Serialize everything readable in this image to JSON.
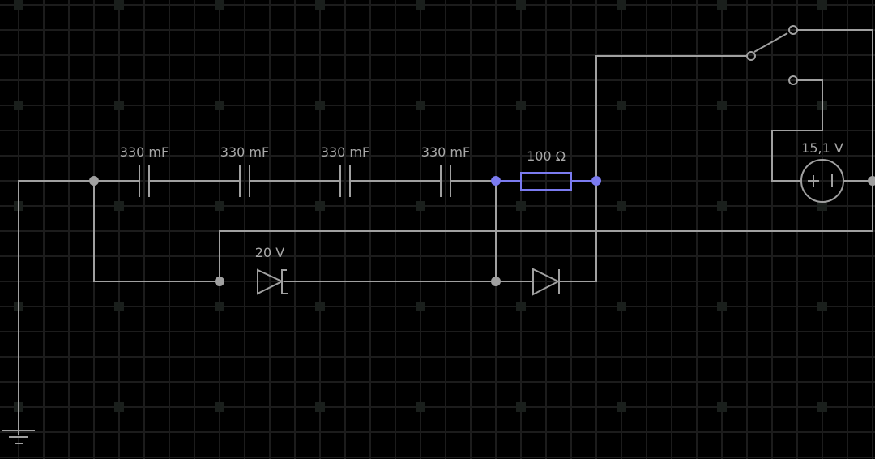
{
  "colors": {
    "background": "#000000",
    "grid_minor": "#1c1c1c",
    "grid_major": "#1a1f1c",
    "wire": "#a0a0a0",
    "selected": "#7b7bf0",
    "node": "#a0a0a0"
  },
  "components": {
    "capacitors": [
      {
        "label": "330 mF"
      },
      {
        "label": "330 mF"
      },
      {
        "label": "330 mF"
      },
      {
        "label": "330 mF"
      }
    ],
    "resistor": {
      "label": "100 Ω",
      "selected": true
    },
    "zener_diode": {
      "label": "20 V"
    },
    "diode": {
      "label": ""
    },
    "voltage_source": {
      "label": "15,1 V",
      "symbol": "+ |"
    },
    "switch": {
      "state": "upper"
    },
    "ground": {}
  }
}
